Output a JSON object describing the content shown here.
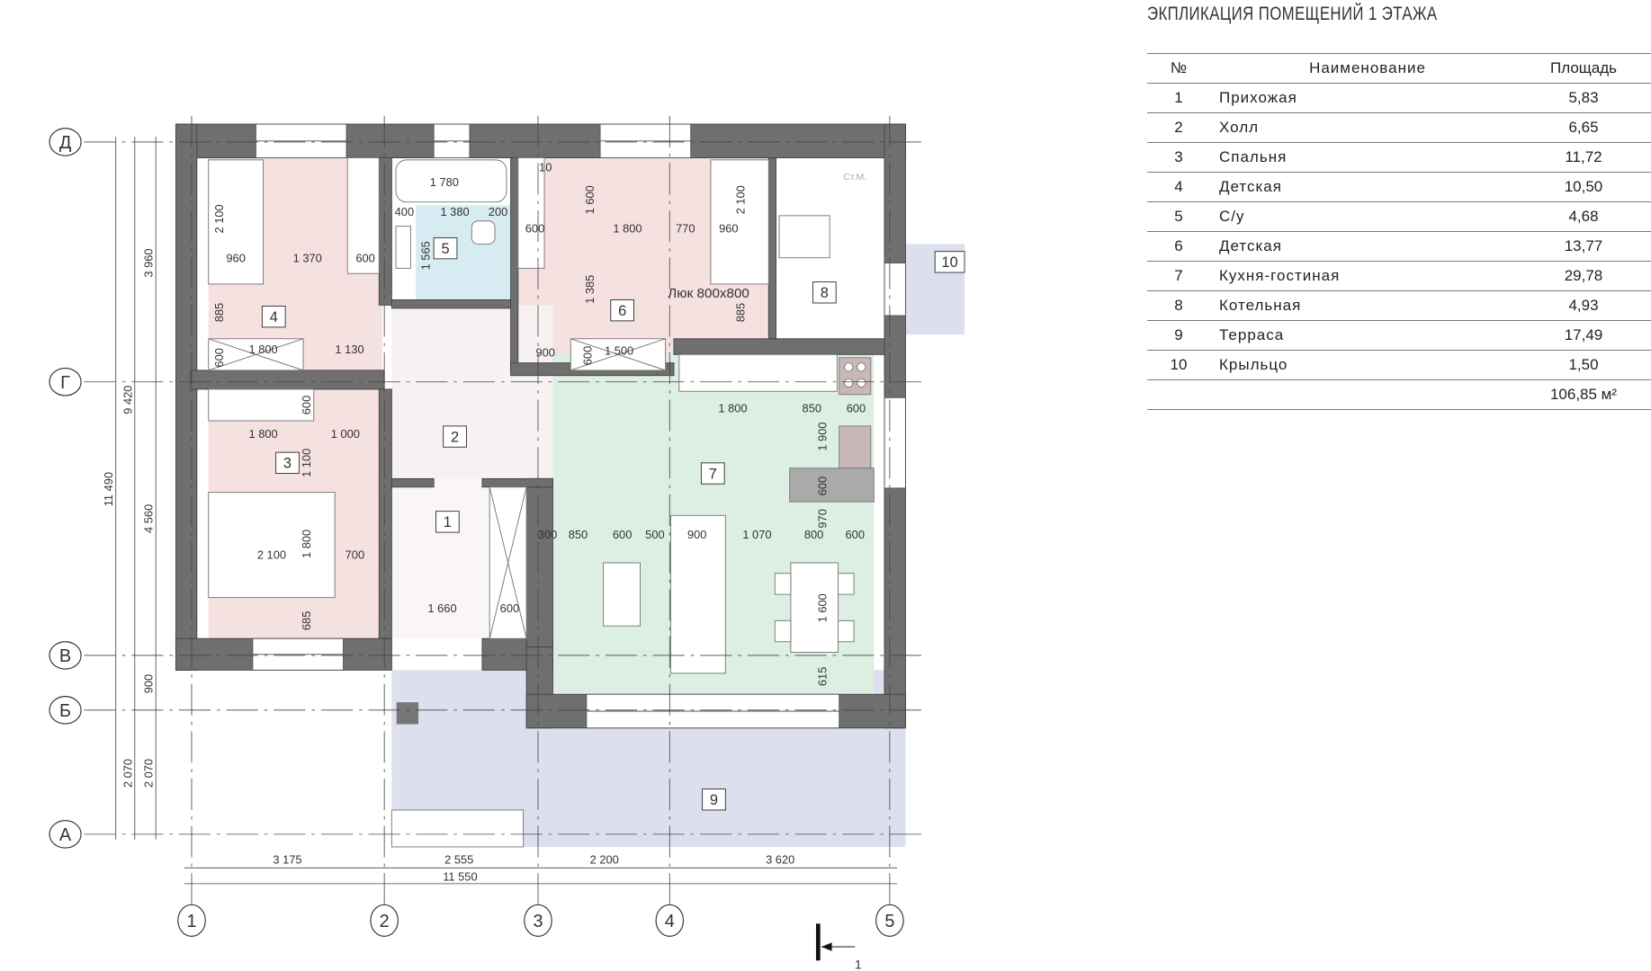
{
  "schedule": {
    "title": "ЭКПЛИКАЦИЯ ПОМЕЩЕНИЙ 1 ЭТАЖА",
    "headers": {
      "num": "№",
      "name": "Наименование",
      "area": "Площадь"
    },
    "rows": [
      {
        "num": "1",
        "name": "Прихожая",
        "area": "5,83"
      },
      {
        "num": "2",
        "name": "Холл",
        "area": "6,65"
      },
      {
        "num": "3",
        "name": "Спальня",
        "area": "11,72"
      },
      {
        "num": "4",
        "name": "Детская",
        "area": "10,50"
      },
      {
        "num": "5",
        "name": "С/у",
        "area": "4,68"
      },
      {
        "num": "6",
        "name": "Детская",
        "area": "13,77"
      },
      {
        "num": "7",
        "name": "Кухня-гостиная",
        "area": "29,78"
      },
      {
        "num": "8",
        "name": "Котельная",
        "area": "4,93"
      },
      {
        "num": "9",
        "name": "Терраса",
        "area": "17,49"
      },
      {
        "num": "10",
        "name": "Крыльцо",
        "area": "1,50"
      }
    ],
    "total": "106,85 м²"
  },
  "plan": {
    "axes_rows": [
      "Д",
      "Г",
      "В",
      "Б",
      "А"
    ],
    "axes_cols": [
      "1",
      "2",
      "3",
      "4",
      "5"
    ],
    "room_tags": [
      "1",
      "2",
      "3",
      "4",
      "5",
      "6",
      "7",
      "8",
      "9",
      "10"
    ],
    "left_dims": {
      "d1": "3 960",
      "d2": "4 560",
      "d3": "9 420",
      "d4": "11 490",
      "d5": "900",
      "d6": "2 070",
      "d7": "2 070"
    },
    "bottom_dims": {
      "b1": "3 175",
      "b2": "2 555",
      "b3": "2 200",
      "b4": "3 620",
      "total": "11 550"
    },
    "room4_dims": [
      "2 100",
      "960",
      "1 370",
      "600",
      "885",
      "1 800",
      "1 130",
      "600"
    ],
    "room5_dims": [
      "1 780",
      "400",
      "1 380",
      "200",
      "1 565"
    ],
    "room6_dims": [
      "10",
      "1 600",
      "600",
      "1 800",
      "770",
      "960",
      "2 100",
      "1 385",
      "885",
      "900",
      "600",
      "1 500"
    ],
    "hatch_label": "Люк 800х800",
    "boiler_label": "Ст.М.",
    "room3_dims": [
      "600",
      "1 800",
      "1 000",
      "1 100",
      "2 100",
      "1 800",
      "700",
      "685"
    ],
    "room1_dims": [
      "1 660",
      "600"
    ],
    "room7_dims": [
      "1 800",
      "850",
      "600",
      "1 900",
      "600",
      "970",
      "300",
      "850",
      "600",
      "500",
      "900",
      "1 070",
      "800",
      "600",
      "1 600",
      "615"
    ],
    "section_mark": "1",
    "colors": {
      "wall": "#6f6f6f",
      "pink": "#f5e1df",
      "blue": "#d6ebf2",
      "green": "#dcefe2",
      "lavender": "#dcdfee",
      "hall": "#f7f1f1"
    }
  }
}
